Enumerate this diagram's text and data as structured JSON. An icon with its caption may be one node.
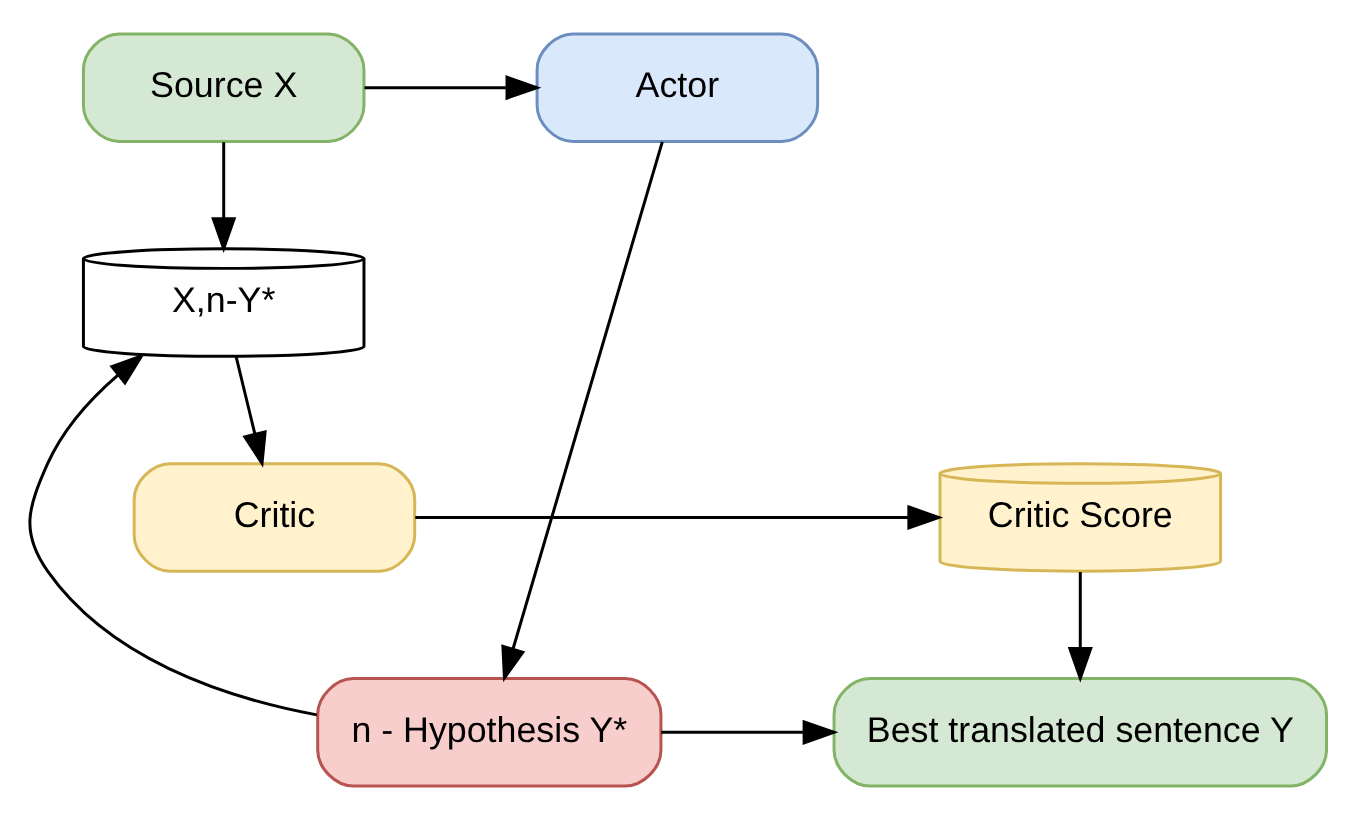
{
  "diagram": {
    "nodes": [
      {
        "text": [
          "Source X"
        ]
      },
      {
        "text": [
          "Actor"
        ]
      },
      {
        "text": [
          "n - Hypothesis Y*"
        ]
      },
      {
        "text": [
          "Best translated sentence Y"
        ]
      },
      {
        "text": [
          "X,n-Y*"
        ]
      },
      {
        "text": [
          "Critic"
        ]
      },
      {
        "text": [
          "Critic Score"
        ]
      }
    ],
    "edges": [
      {
        "from": 0,
        "to": 1,
        "arrow": "to"
      },
      {
        "from": 1,
        "to": 2,
        "arrow": "to"
      },
      {
        "from": 2,
        "to": 3,
        "arrow": "to"
      },
      {
        "from": 0,
        "to": 4,
        "arrow": "to"
      },
      {
        "from": 2,
        "to": 4,
        "arrow": "to"
      },
      {
        "from": 4,
        "to": 5,
        "arrow": "to"
      },
      {
        "from": 5,
        "to": 6,
        "arrow": "to"
      },
      {
        "from": 6,
        "to": 3,
        "arrow": "to"
      }
    ]
  }
}
